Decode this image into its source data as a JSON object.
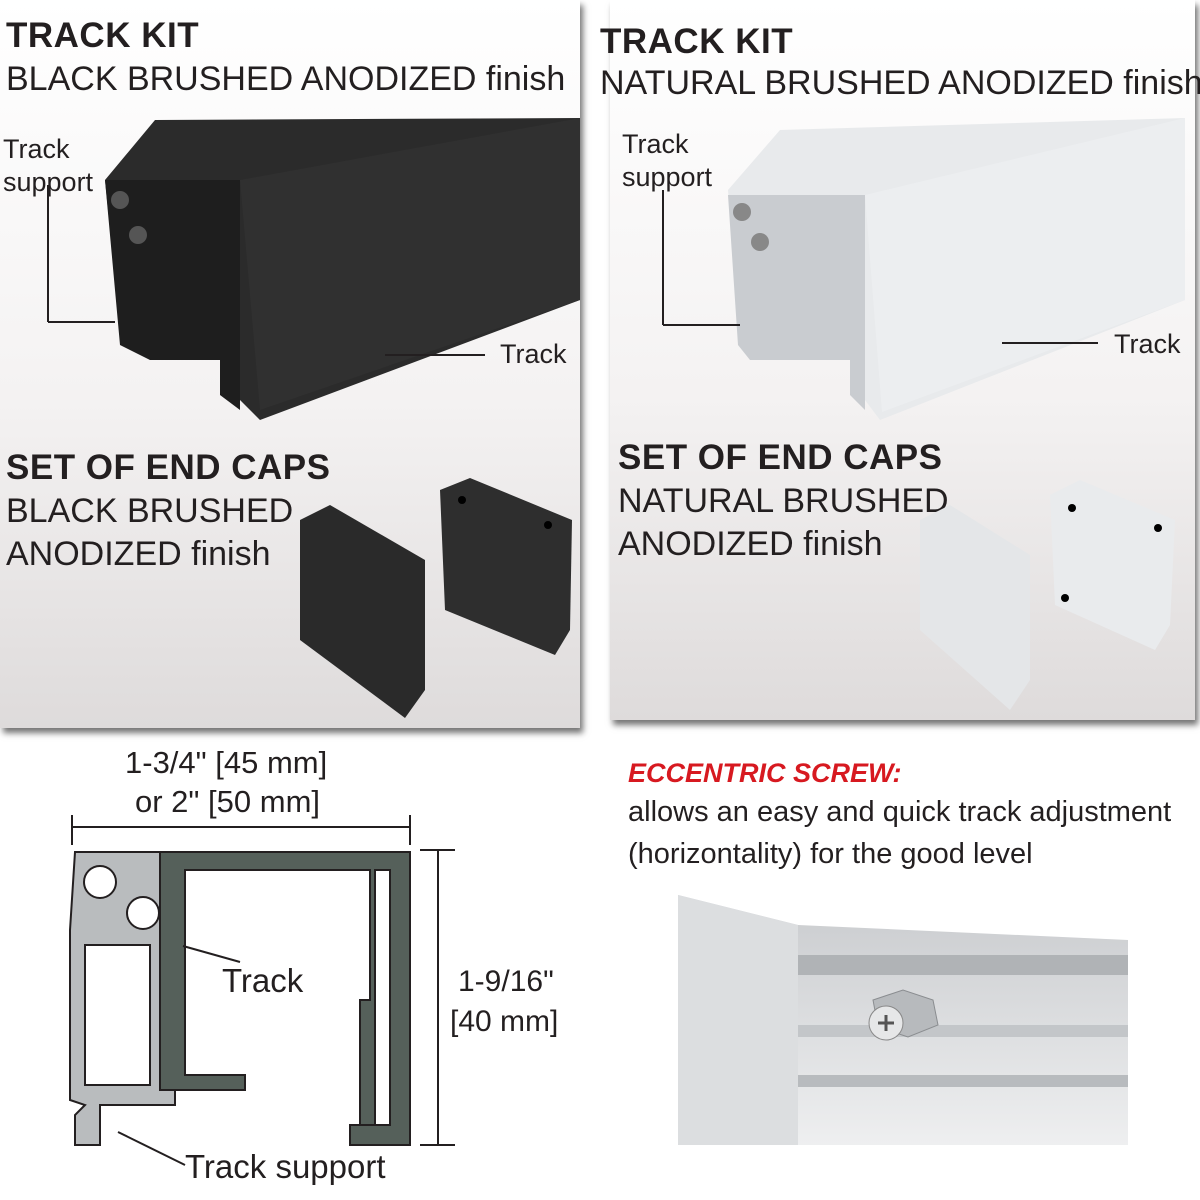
{
  "left_panel": {
    "title": "TRACK KIT",
    "subtitle": "BLACK BRUSHED ANODIZED finish",
    "label_support_1": "Track",
    "label_support_2": "support",
    "label_track": "Track",
    "caps_title": "SET OF END CAPS",
    "caps_line1": "BLACK BRUSHED",
    "caps_line2": "ANODIZED finish",
    "color": "#2b2b2b"
  },
  "right_panel": {
    "title": "TRACK KIT",
    "subtitle": "NATURAL BRUSHED ANODIZED finish",
    "label_support_1": "Track",
    "label_support_2": "support",
    "label_track": "Track",
    "caps_title": "SET OF END CAPS",
    "caps_line1": "NATURAL BRUSHED",
    "caps_line2": "ANODIZED finish",
    "color": "#e6e8ea"
  },
  "profile": {
    "width_1": "1-3/4\" [45 mm]",
    "width_2": "or 2\" [50 mm]",
    "height_1": "1-9/16\"",
    "height_2": "[40 mm]",
    "label_track": "Track",
    "label_support": "Track support"
  },
  "screw": {
    "title": "ECCENTRIC SCREW:",
    "desc_1": "allows an easy and quick track adjustment",
    "desc_2": "(horizontality) for the good level"
  }
}
